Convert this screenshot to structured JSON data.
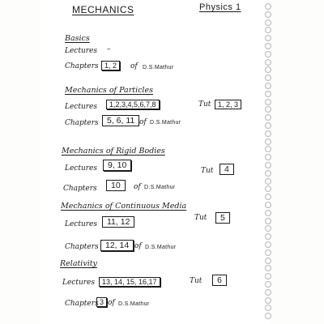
{
  "header": {
    "title": "MECHANICS",
    "subject": "Physics 1"
  },
  "sections": {
    "basics": {
      "heading": "Basics",
      "lectures_label": "Lectures",
      "lectures_value": "–",
      "chapters_label": "Chapters",
      "chapters_value": "1, 2",
      "of_text": "of",
      "book": "D.S.Mathur"
    },
    "particles": {
      "heading": "Mechanics of Particles",
      "lectures_label": "Lectures",
      "lectures_value": "1,2,3,4,5,6,7,8",
      "tut_label": "Tut",
      "tut_value": "1, 2, 3",
      "chapters_label": "Chapters",
      "chapters_value": "5, 6, 11",
      "of_text": "of",
      "book": "D.S.Mathur"
    },
    "rigid": {
      "heading": "Mechanics of Rigid Bodies",
      "lectures_label": "Lectures",
      "lectures_value": "9, 10",
      "tut_label": "Tut",
      "tut_value": "4",
      "chapters_label": "Chapters",
      "chapters_value": "10",
      "of_text": "of",
      "book": "D.S.Mathur"
    },
    "continuous": {
      "heading": "Mechanics of Continuous Media",
      "lectures_label": "Lectures",
      "lectures_value": "11, 12",
      "tut_label": "Tut",
      "tut_value": "5",
      "chapters_label": "Chapters",
      "chapters_value": "12, 14",
      "of_text": "of",
      "book": "D.S.Mathur"
    },
    "relativity": {
      "heading": "Relativity",
      "lectures_label": "Lectures",
      "lectures_value": "13, 14, 15, 16,17",
      "tut_label": "Tut",
      "tut_value": "6",
      "chapters_label": "Chapters",
      "chapters_value": "3",
      "of_text": "of",
      "book": "D.S.Mathur"
    }
  }
}
